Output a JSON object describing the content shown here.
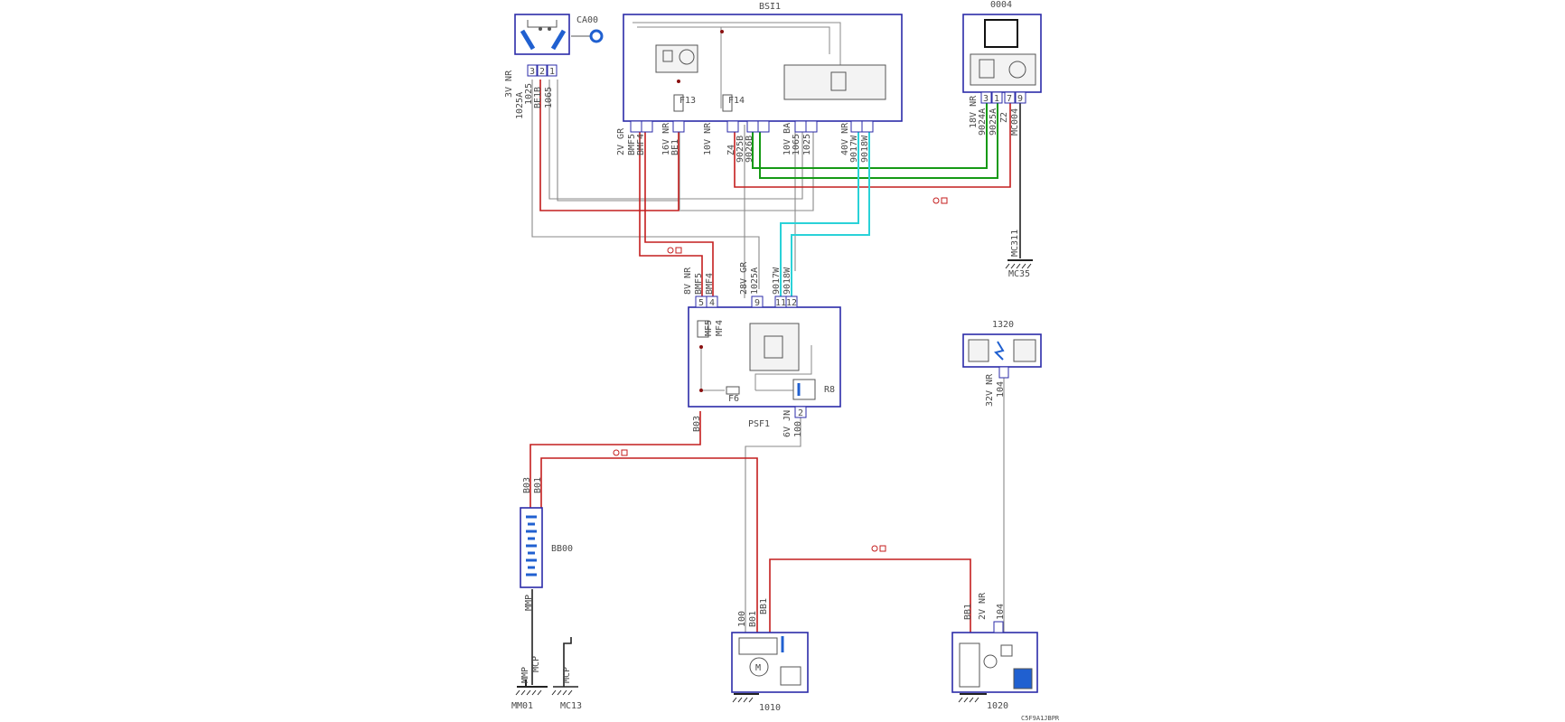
{
  "components": {
    "ca00": {
      "code": "CA00",
      "pins": [
        "3",
        "2",
        "1"
      ]
    },
    "bsi1": {
      "code": "BSI1",
      "fuses": [
        "F13",
        "F14"
      ]
    },
    "c0004": {
      "code": "0004",
      "pins": [
        "3",
        "1",
        "7",
        "9"
      ]
    },
    "psf1": {
      "code": "PSF1",
      "pins_top": [
        "5",
        "4",
        "9",
        "11",
        "12"
      ],
      "pin_bottom": "2",
      "fuses": [
        "MF5",
        "MF4",
        "F6"
      ],
      "relay": "R8"
    },
    "bb00": {
      "code": "BB00"
    },
    "c1010": {
      "code": "1010"
    },
    "c1020": {
      "code": "1020"
    },
    "c1320": {
      "code": "1320"
    },
    "mm01": {
      "code": "MM01"
    },
    "mc13": {
      "code": "MC13"
    },
    "mc35": {
      "code": "MC35"
    }
  },
  "connectors": {
    "ca00_left": "3V NR",
    "bsi1_a": "2V GR",
    "bsi1_b": "16V NR",
    "bsi1_c": "10V NR",
    "bsi1_d": "10V BA",
    "bsi1_e": "40V NR",
    "c0004_a": "18V NR",
    "psf1_a": "8V NR",
    "psf1_b": "28V GR",
    "psf1_c": "6V JN",
    "c1320_a": "32V NR",
    "c1020_a": "2V NR"
  },
  "wires": {
    "w1025A": "1025A",
    "w1025": "1025",
    "wBE1B": "BE1B",
    "w1065": "1065",
    "wBMF5": "BMF5",
    "wBMF4": "BMF4",
    "wBE1": "BE1",
    "wZ4": "Z4",
    "w9025B": "9025B",
    "w9026B": "9026B",
    "w1065b": "1065",
    "w1025b": "1025",
    "w9017W": "9017W",
    "w9018W": "9018W",
    "w9024A": "9024A",
    "w9025A": "9025A",
    "wZ2": "Z2",
    "wMC004": "MC004",
    "wMC311": "MC311",
    "wBMF5b": "BMF5",
    "wBMF4b": "BMF4",
    "w1025Ab": "1025A",
    "w9017Wb": "9017W",
    "w9018Wb": "9018W",
    "wB03": "B03",
    "wB03b": "B03",
    "wB01": "B01",
    "w100": "100",
    "w100b": "100",
    "wB01b": "B01",
    "wBB1": "BB1",
    "w104": "104",
    "wBB1b": "BB1",
    "w104b": "104",
    "wMMP": "MMP",
    "wMMPb": "MMP",
    "wMCP": "MCP",
    "wMCPb": "MCP"
  },
  "footer": "C5F9A1JBPR",
  "colors": {
    "frame": "#2b2ba8",
    "power": "#c41e1e",
    "can_green": "#159a15",
    "can_cyan": "#2ad2d8",
    "ground": "#222222"
  }
}
